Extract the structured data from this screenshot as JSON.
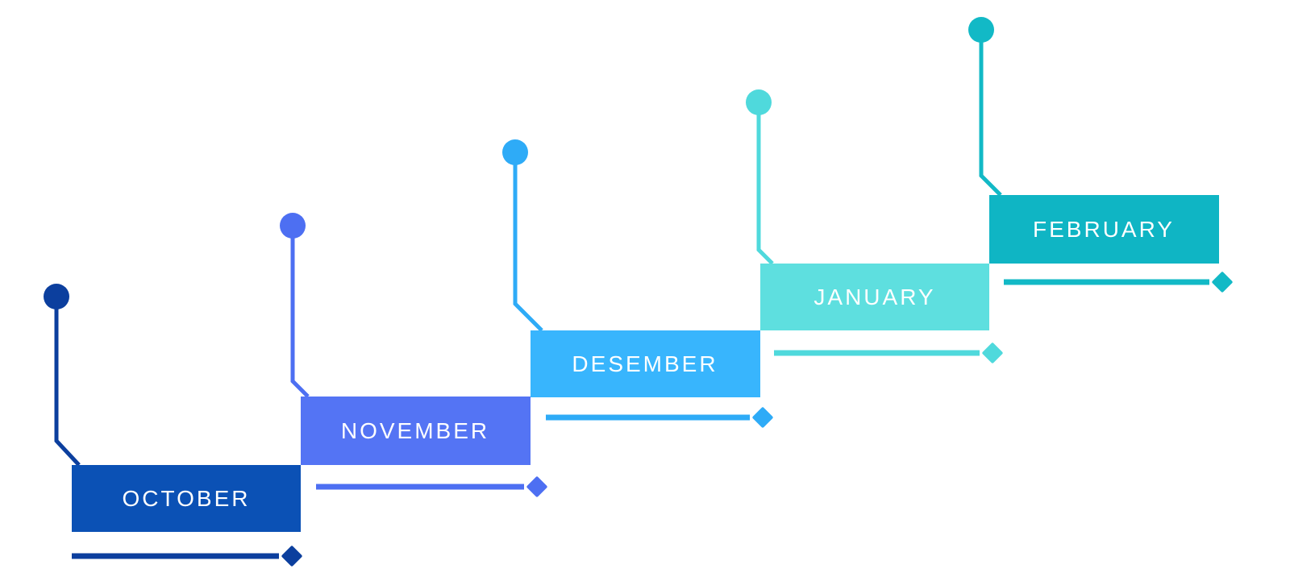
{
  "ui": {
    "background_color": "#FFFFFF",
    "label_text_color": "#FFFFFF"
  },
  "timeline": {
    "type": "staircase-month-timeline",
    "direction": "ascending-left-to-right",
    "months": [
      {
        "label": "OCTOBER",
        "box_color": "#0B51B5",
        "accent_color": "#0C3F9E"
      },
      {
        "label": "NOVEMBER",
        "box_color": "#5474F4",
        "accent_color": "#4D6FF2"
      },
      {
        "label": "DESEMBER",
        "box_color": "#38B5FD",
        "accent_color": "#2EABF7"
      },
      {
        "label": "JANUARY",
        "box_color": "#5EDFDF",
        "accent_color": "#4FD9DC"
      },
      {
        "label": "FEBRUARY",
        "box_color": "#0FB5C4",
        "accent_color": "#12B9C6"
      }
    ]
  }
}
